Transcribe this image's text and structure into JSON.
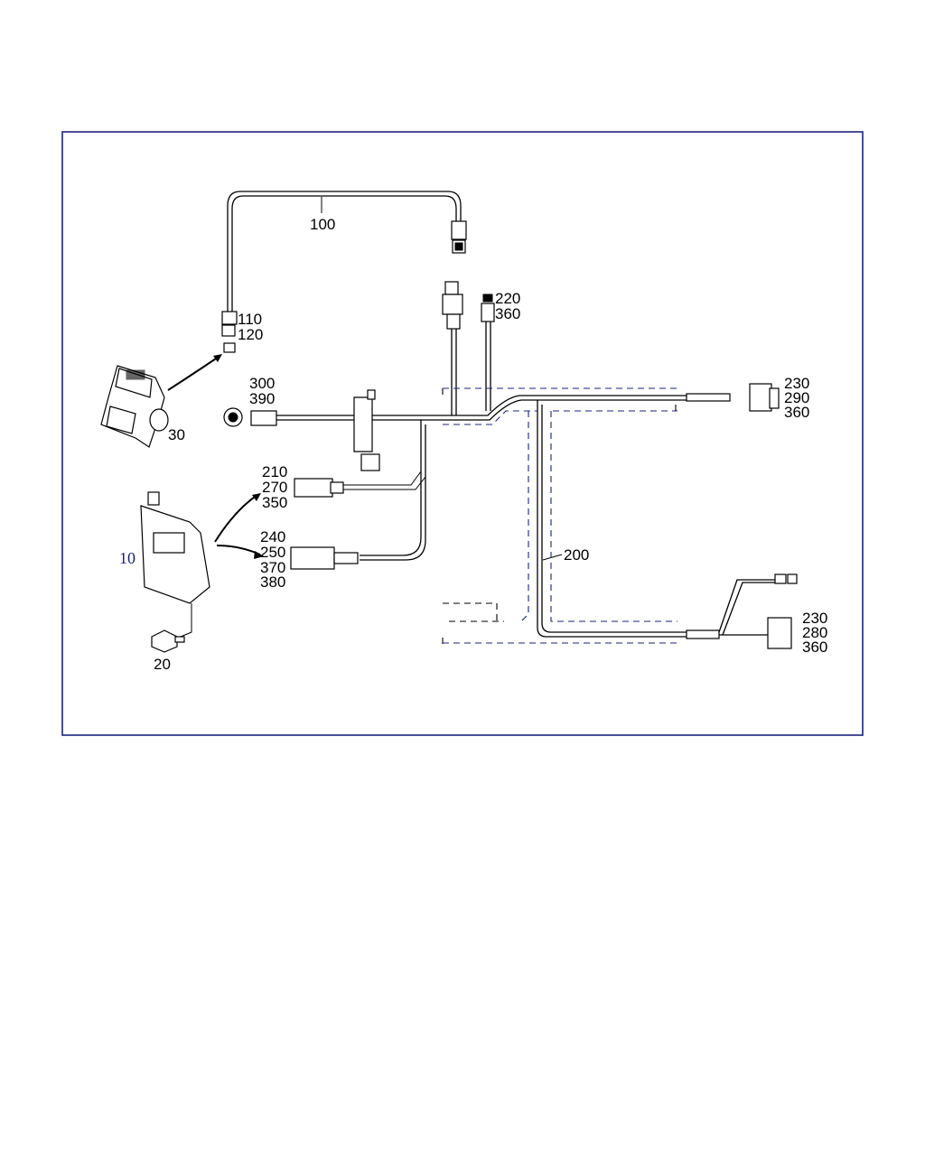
{
  "callouts": {
    "harness_top": "100",
    "connector_110": "110",
    "connector_120": "120",
    "module_30": "30",
    "part_300": "300",
    "part_390": "390",
    "part_220": "220",
    "part_360_top": "360",
    "right_upper": [
      "230",
      "290",
      "360"
    ],
    "left_mid_a": [
      "210",
      "270",
      "350"
    ],
    "left_mid_b": [
      "240",
      "250",
      "370",
      "380"
    ],
    "unit_10": "10",
    "bolt_20": "20",
    "harness_200": "200",
    "right_lower": [
      "230",
      "280",
      "360"
    ]
  }
}
